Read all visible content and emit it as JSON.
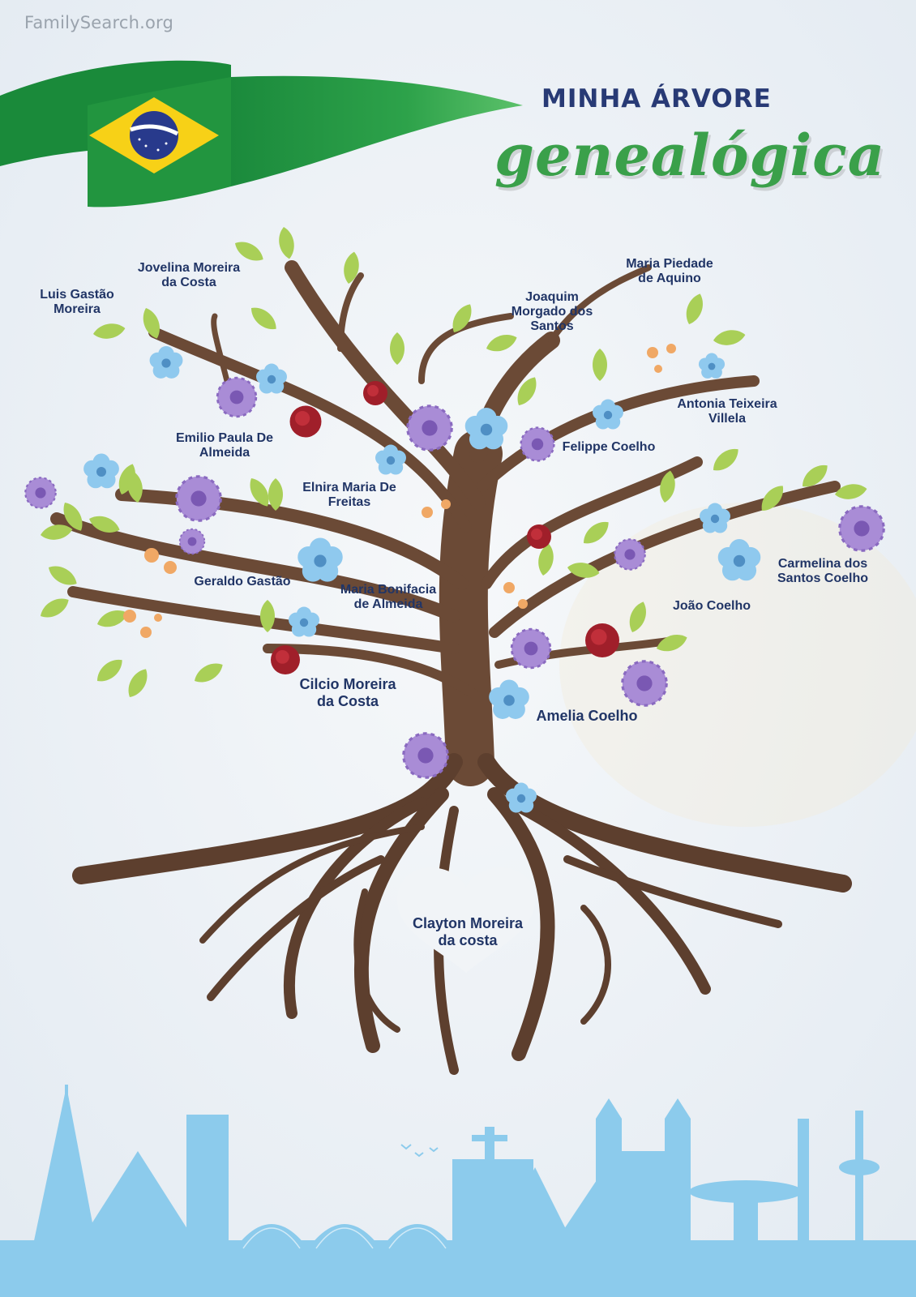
{
  "brand": "FamilySearch.org",
  "title": {
    "line1": "MINHA ÁRVORE",
    "line2": "genealógica"
  },
  "colors": {
    "navy": "#283a75",
    "green": "#3aa04a",
    "trunk": "#6b4a36",
    "skyline": "#8ccbec"
  },
  "people": [
    {
      "name": "Luis Gastão\nMoreira"
    },
    {
      "name": "Jovelina Moreira\nda Costa"
    },
    {
      "name": "Joaquim\nMorgado dos\nSantos"
    },
    {
      "name": "Maria Piedade\nde Aquino"
    },
    {
      "name": "Antonia Teixeira\nVillela"
    },
    {
      "name": "Emilio Paula De\nAlmeida"
    },
    {
      "name": "Felippe Coelho"
    },
    {
      "name": "Elnira Maria De\nFreitas"
    },
    {
      "name": "Geraldo Gastão"
    },
    {
      "name": "Maria Bonifacia\nde Almeida"
    },
    {
      "name": "Carmelina dos\nSantos Coelho"
    },
    {
      "name": "João Coelho"
    },
    {
      "name": "Cilcio Moreira\nda Costa"
    },
    {
      "name": "Amelia Coelho"
    },
    {
      "name": "Clayton Moreira\nda costa"
    }
  ]
}
